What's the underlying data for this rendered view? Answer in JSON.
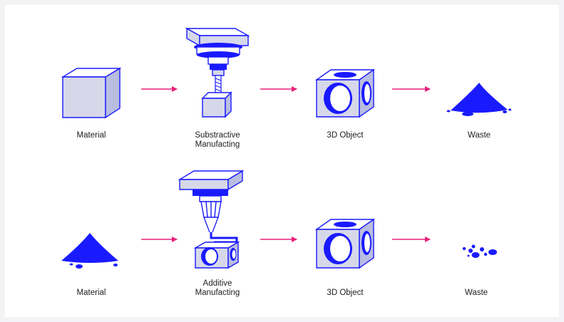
{
  "colors": {
    "blue": "#1a1aff",
    "light": "#d6d8ea",
    "mid": "#b9bde0",
    "arrow": "#e8217a",
    "text": "#1e1e24"
  },
  "rows": [
    {
      "name": "subtractive",
      "steps": [
        {
          "label": "Material",
          "icon": "cube-icon"
        },
        {
          "label": "Substractive\nManufacting",
          "icon": "milling-machine-icon"
        },
        {
          "label": "3D Object",
          "icon": "hollow-cube-icon"
        },
        {
          "label": "Waste",
          "icon": "powder-pile-icon"
        }
      ]
    },
    {
      "name": "additive",
      "steps": [
        {
          "label": "Material",
          "icon": "powder-pile-icon"
        },
        {
          "label": "Additive\nManufacting",
          "icon": "3d-printer-icon"
        },
        {
          "label": "3D Object",
          "icon": "hollow-cube-icon"
        },
        {
          "label": "Waste",
          "icon": "scattered-dots-icon"
        }
      ]
    }
  ]
}
